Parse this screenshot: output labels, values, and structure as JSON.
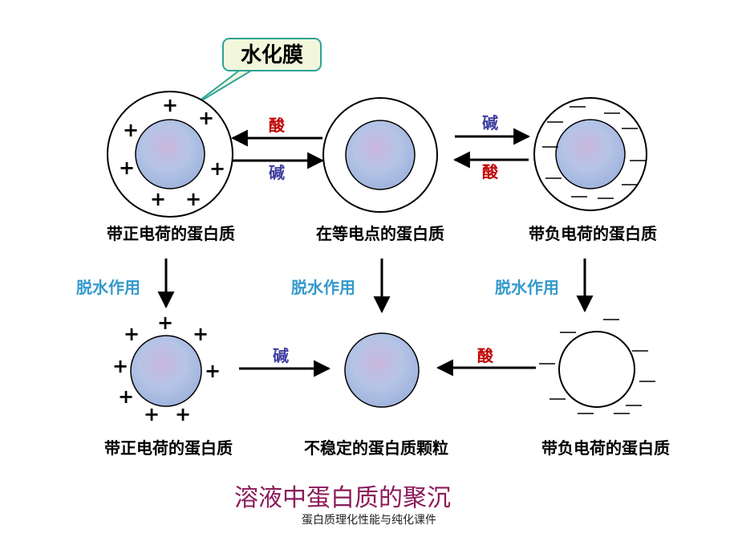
{
  "callout": "水化膜",
  "labels": {
    "pos_charged": "带正电荷的蛋白质",
    "isoelectric": "在等电点的蛋白质",
    "neg_charged": "带负电荷的蛋白质",
    "pos_charged_2": "带正电荷的蛋白质",
    "unstable": "不稳定的蛋白质颗粒",
    "neg_charged_2": "带负电荷的蛋白质"
  },
  "arrows": {
    "acid": "酸",
    "base": "碱",
    "dehydration": "脱水作用"
  },
  "signs": {
    "plus": "+",
    "minus": "—"
  },
  "title": "溶液中蛋白质的聚沉",
  "footer": "蛋白质理化性能与纯化课件",
  "colors": {
    "acid": "#c00000",
    "base": "#4040a0",
    "dehydration": "#3399cc",
    "title": "#8b1a5a",
    "callout_fill": "#f2f7dc",
    "callout_border": "#2fa39a",
    "protein": "#b3c3e3"
  }
}
